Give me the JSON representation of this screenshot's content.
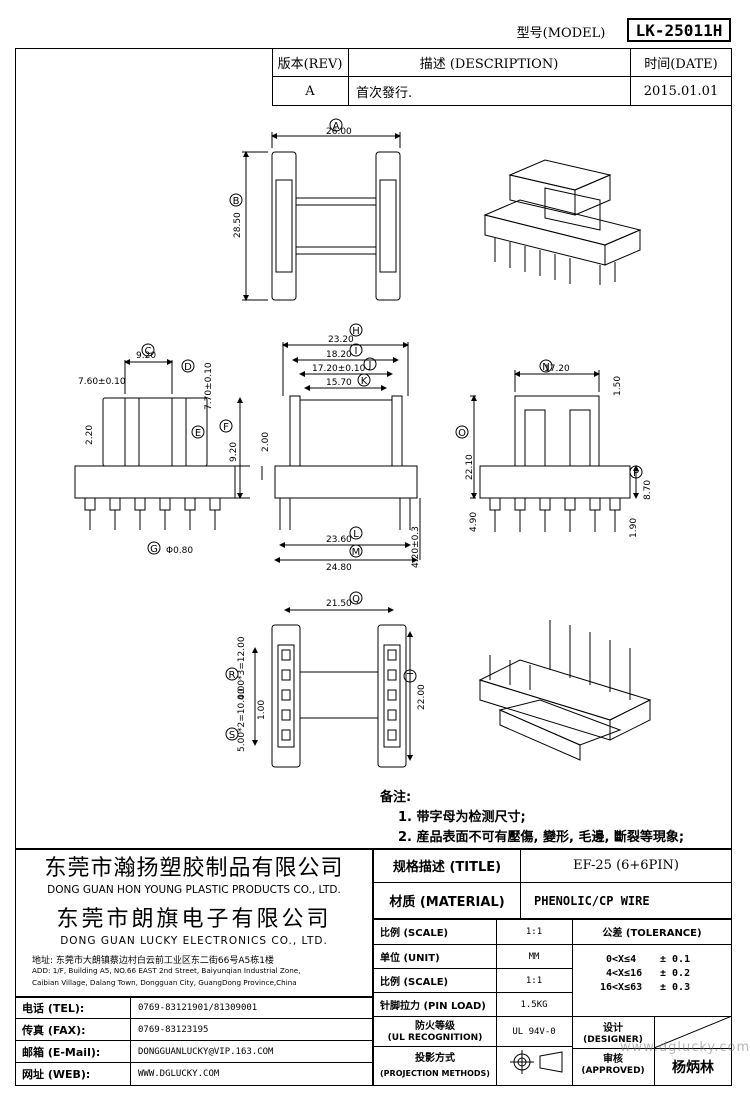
{
  "header": {
    "model_label": "型号(MODEL)",
    "model_value": "LK-25011H"
  },
  "revision_table": {
    "headers": {
      "rev": "版本(REV)",
      "description": "描述 (DESCRIPTION)",
      "date": "时间(DATE)"
    },
    "row": {
      "rev": "A",
      "description": "首次發行.",
      "date": "2015.01.01"
    }
  },
  "drawing": {
    "top_view": {
      "mark_a": "A",
      "mark_b": "B",
      "dim_a": "26.00",
      "dim_b": "28.50"
    },
    "side_view": {
      "mark_c": "C",
      "mark_d": "D",
      "mark_e": "E",
      "mark_f": "F",
      "mark_g": "G",
      "dim_c": "9.20",
      "dim_760": "7.60±0.10",
      "dim_770": "7.70±0.10",
      "dim_220": "2.20",
      "dim_920": "9.20",
      "dim_g": "Φ0.80"
    },
    "front_view": {
      "mark_h": "H",
      "mark_i": "I",
      "mark_j": "J",
      "mark_k": "K",
      "mark_l": "L",
      "mark_m": "M",
      "dim_h": "23.20",
      "dim_i": "18.20",
      "dim_j": "17.20±0.10",
      "dim_k": "15.70",
      "dim_l": "23.60",
      "dim_m": "24.80",
      "dim_200": "2.00",
      "dim_420": "4.20±0.3"
    },
    "end_view": {
      "mark_n": "N",
      "mark_o": "O",
      "mark_p": "P",
      "dim_n": "17.20",
      "dim_150": "1.50",
      "dim_o": "22.10",
      "dim_p": "8.70",
      "dim_490": "4.90",
      "dim_190": "1.90"
    },
    "bottom_view": {
      "mark_q": "Q",
      "mark_r": "R",
      "mark_s": "S",
      "mark_t": "T",
      "dim_q": "21.50",
      "dim_r": "4.00*3=12.00",
      "dim_s": "5.00*2=10.00",
      "dim_100": "1.00",
      "dim_t": "22.00"
    }
  },
  "notes": {
    "title": "备注:",
    "items": [
      "1. 带字母为检测尺寸;",
      "2. 産品表面不可有壓傷, 變形, 毛邊, 斷裂等現象;"
    ]
  },
  "company": {
    "name1_cn": "东莞市瀚扬塑胶制品有限公司",
    "name1_en": "DONG GUAN HON YOUNG PLASTIC PRODUCTS CO., LTD.",
    "name2_cn": "东莞市朗旗电子有限公司",
    "name2_en": "DONG GUAN LUCKY ELECTRONICS CO., LTD.",
    "address_cn": "地址: 东莞市大朗镇蔡边村白云前工业区东二街66号A5栋1楼",
    "address_en1": "ADD: 1/F, Building A5, NO.66 EAST 2nd Street, Baiyunqian Industrial Zone,",
    "address_en2": "Caibian Village, Dalang Town, Dongguan City, GuangDong Province,China"
  },
  "contacts": [
    {
      "label": "电话 (TEL):",
      "value": "0769-83121901/81309001"
    },
    {
      "label": "传真 (FAX):",
      "value": "0769-83123195"
    },
    {
      "label": "邮箱 (E-Mail):",
      "value": "DONGGUANLUCKY@VIP.163.COM"
    },
    {
      "label": "网址 (WEB):",
      "value": "WWW.DGLUCKY.COM"
    }
  ],
  "title_block": {
    "title_label": "规格描述 (TITLE)",
    "title_value": "EF-25 (6+6PIN)",
    "material_label": "材质 (MATERIAL)",
    "material_value": "PHENOLIC/CP WIRE",
    "rows": [
      {
        "label": "比例 (SCALE)",
        "value": "1:1"
      },
      {
        "label": "单位 (UNIT)",
        "value": "MM"
      },
      {
        "label": "比例 (SCALE)",
        "value": "1:1"
      },
      {
        "label": "针脚拉力 (PIN LOAD)",
        "value": "1.5KG"
      }
    ],
    "ul_label1": "防火等级",
    "ul_label2": "(UL RECOGNITION)",
    "ul_value": "UL 94V-0",
    "proj_label1": "投影方式",
    "proj_label2": "(PROJECTION METHODS)",
    "tolerance_title": "公差 (TOLERANCE)",
    "tolerances": [
      {
        "range": "0<X≤4",
        "value": "± 0.1"
      },
      {
        "range": "4<X≤16",
        "value": "± 0.2"
      },
      {
        "range": "16<X≤63",
        "value": "± 0.3"
      }
    ],
    "designer_label1": "设计",
    "designer_label2": "(DESIGNER)",
    "approved_label1": "审核",
    "approved_label2": "(APPROVED)",
    "approved_name": "杨炳林",
    "watermark": "www.dglucky.com"
  }
}
